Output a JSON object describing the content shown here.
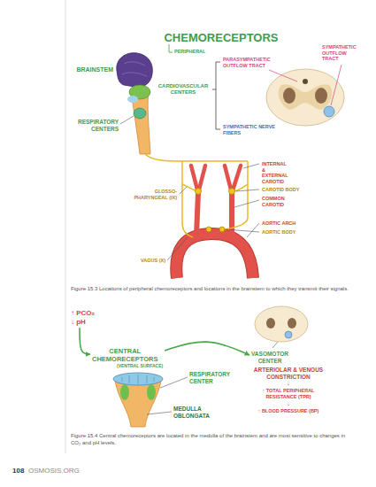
{
  "diagram": {
    "title": "CHEMORECEPTORS",
    "nodes": [
      {
        "text": [
          "↑ PCO₂",
          "↓ pH"
        ]
      },
      {
        "text": [
          "CENTRAL CHEMORECEPTORS",
          "(VENTRAL SURFACE)"
        ]
      },
      {
        "text": [
          "VASOMOTOR CENTER"
        ]
      }
    ],
    "edges": [
      {
        "from": 0,
        "to": 1,
        "arrow": "to"
      },
      {
        "from": 1,
        "to": 2,
        "arrow": "to"
      }
    ],
    "labels": [
      "PERIPHERAL",
      "BRAINSTEM",
      "CARDIOVASCULAR CENTERS",
      "RESPIRATORY CENTERS",
      "PARASYMPATHETIC OUTFLOW TRACT",
      "SYMPATHETIC OUTFLOW TRACT",
      "SYMPATHETIC NERVE FIBERS",
      "INTERNAL & EXTERNAL CAROTID",
      "CAROTID BODY",
      "GLOSSO-PHARYNGEAL (IX)",
      "COMMON CAROTID",
      "AORTIC ARCH",
      "AORTIC BODY",
      "VAGUS (X)",
      "Figure 15.3 Locations of peripheral chemoreceptors and locations in the brainstem to which they transmit their signals.",
      "RESPIRATORY CENTER",
      "MEDULLA OBLONGATA",
      "ARTERIOLAR & VENOUS CONSTRICTION",
      "↓",
      "↑ TOTAL PERIPHERAL RESISTANCE (TPR)",
      "↓",
      "↑ BLOOD PRESSURE (BP)",
      "Figure 15.4 Central chemoreceptors are located in the medulla of the brainstem and are most sensitive to changes in CO₂ and pH levels.",
      "108",
      "OSMOSIS.ORG"
    ]
  }
}
